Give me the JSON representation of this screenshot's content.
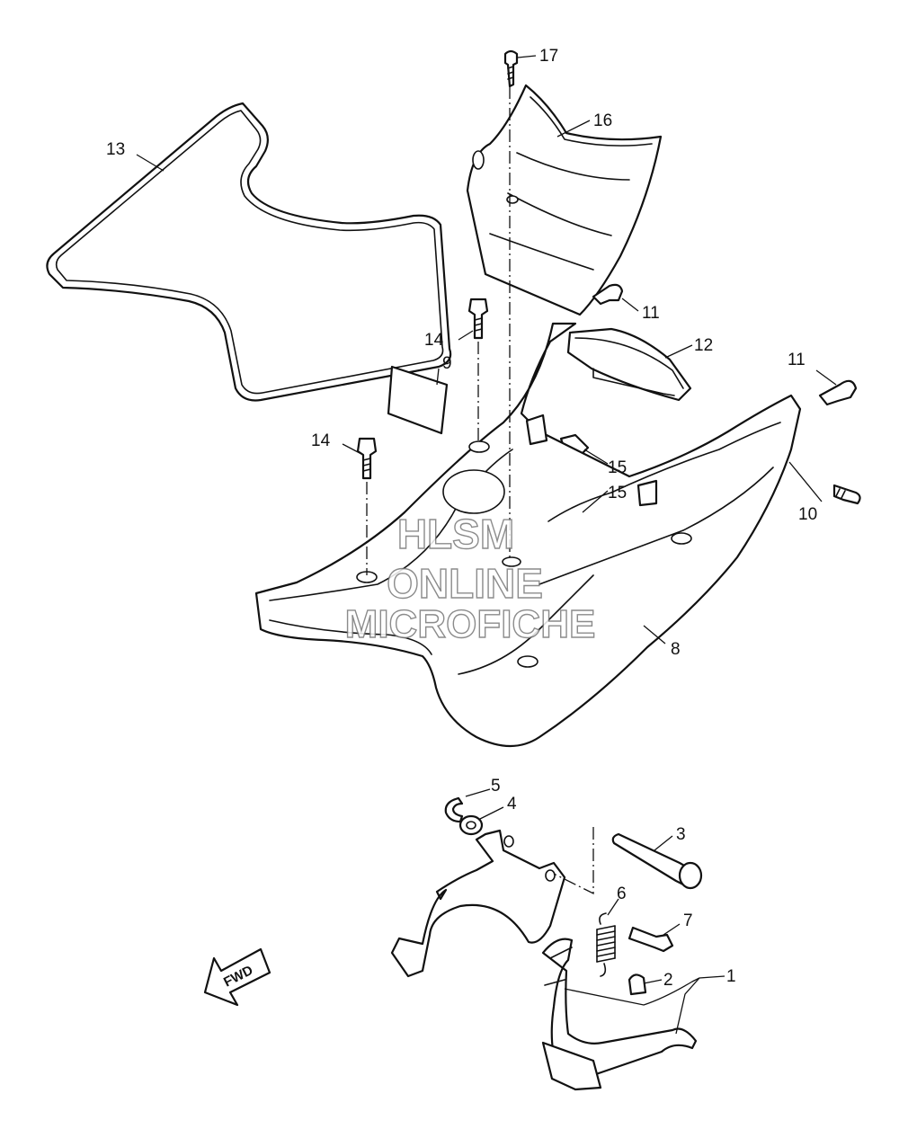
{
  "callouts": {
    "c1": "1",
    "c2": "2",
    "c3": "3",
    "c4": "4",
    "c5": "5",
    "c6": "6",
    "c7": "7",
    "c8": "8",
    "c9": "9",
    "c10": "10",
    "c11a": "11",
    "c11b": "11",
    "c12": "12",
    "c13": "13",
    "c14a": "14",
    "c14b": "14",
    "c15a": "15",
    "c15b": "15",
    "c16": "16",
    "c17": "17"
  },
  "fwd_label": "FWD",
  "watermark": {
    "line1": "HLSM",
    "line2": "ONLINE",
    "line3": "MICROFICHE"
  }
}
